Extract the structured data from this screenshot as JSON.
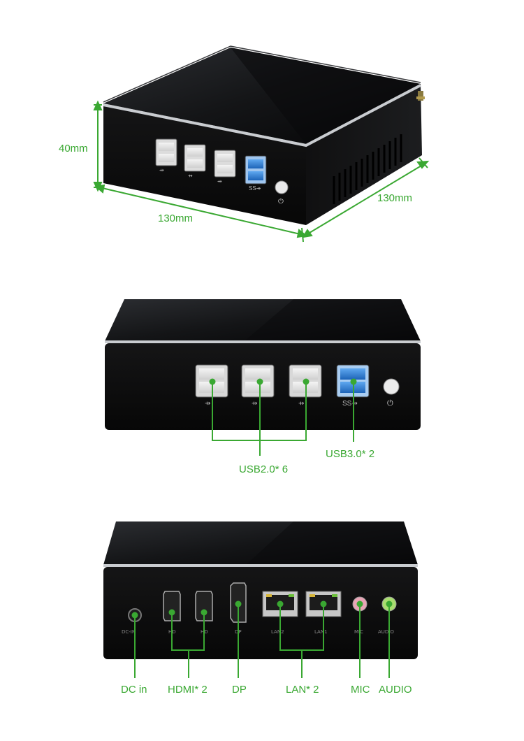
{
  "colors": {
    "accent": "#3aa832",
    "body": "#0c0c0d",
    "bezel": "#b9bcc0",
    "usb3_blue": "#2a7fd4"
  },
  "dimensions": {
    "height": "40mm",
    "width": "130mm",
    "depth": "130mm"
  },
  "front_callouts": {
    "usb2": "USB2.0* 6",
    "usb3": "USB3.0* 2"
  },
  "rear_callouts": {
    "dc_in": "DC in",
    "hdmi": "HDMI* 2",
    "dp": "DP",
    "lan": "LAN* 2",
    "mic": "MIC",
    "audio": "AUDIO"
  },
  "rear_port_labels": {
    "dc_in": "DC-IN",
    "hd1": "HD",
    "hd2": "HD",
    "dp": "DP",
    "lan2": "LAN2",
    "lan1": "LAN1",
    "mic": "MIC",
    "audio": "AUDIO"
  }
}
